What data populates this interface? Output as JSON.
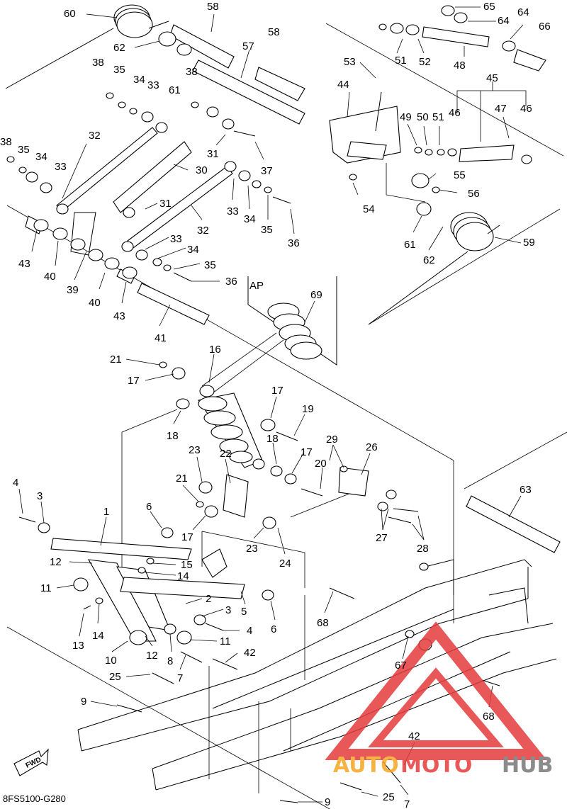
{
  "diagram_code": "8FS5100-G280",
  "fwd_label": "FWD",
  "detail_label": "AP",
  "watermark": {
    "part1": "AUTO",
    "part2": "MOTO",
    "part3": "HUB",
    "color_red": "#e43b3b",
    "color_orange": "#f5a623",
    "color_gray": "#777777"
  },
  "callouts": [
    {
      "id": "c60",
      "label": "60"
    },
    {
      "id": "c58a",
      "label": "58"
    },
    {
      "id": "c58b",
      "label": "58"
    },
    {
      "id": "c57",
      "label": "57"
    },
    {
      "id": "c62a",
      "label": "62"
    },
    {
      "id": "c61a",
      "label": "61"
    },
    {
      "id": "c38a",
      "label": "38"
    },
    {
      "id": "c35a",
      "label": "35"
    },
    {
      "id": "c34a",
      "label": "34"
    },
    {
      "id": "c33a",
      "label": "33"
    },
    {
      "id": "c38b",
      "label": "38"
    },
    {
      "id": "c65",
      "label": "65"
    },
    {
      "id": "c64a",
      "label": "64"
    },
    {
      "id": "c64b",
      "label": "64"
    },
    {
      "id": "c66",
      "label": "66"
    },
    {
      "id": "c51a",
      "label": "51"
    },
    {
      "id": "c52",
      "label": "52"
    },
    {
      "id": "c48",
      "label": "48"
    },
    {
      "id": "c53",
      "label": "53"
    },
    {
      "id": "c44",
      "label": "44"
    },
    {
      "id": "c45",
      "label": "45"
    },
    {
      "id": "c49",
      "label": "49"
    },
    {
      "id": "c50",
      "label": "50"
    },
    {
      "id": "c51b",
      "label": "51"
    },
    {
      "id": "c46a",
      "label": "46"
    },
    {
      "id": "c47",
      "label": "47"
    },
    {
      "id": "c46b",
      "label": "46"
    },
    {
      "id": "c32a",
      "label": "32"
    },
    {
      "id": "c38c",
      "label": "38"
    },
    {
      "id": "c35b",
      "label": "35"
    },
    {
      "id": "c34b",
      "label": "34"
    },
    {
      "id": "c33b",
      "label": "33"
    },
    {
      "id": "c30",
      "label": "30"
    },
    {
      "id": "c31a",
      "label": "31"
    },
    {
      "id": "c37",
      "label": "37"
    },
    {
      "id": "c55",
      "label": "55"
    },
    {
      "id": "c56",
      "label": "56"
    },
    {
      "id": "c54",
      "label": "54"
    },
    {
      "id": "c33c",
      "label": "33"
    },
    {
      "id": "c34c",
      "label": "34"
    },
    {
      "id": "c35c",
      "label": "35"
    },
    {
      "id": "c36a",
      "label": "36"
    },
    {
      "id": "c31b",
      "label": "31"
    },
    {
      "id": "c32b",
      "label": "32"
    },
    {
      "id": "c61b",
      "label": "61"
    },
    {
      "id": "c62b",
      "label": "62"
    },
    {
      "id": "c59",
      "label": "59"
    },
    {
      "id": "c43a",
      "label": "43"
    },
    {
      "id": "c40a",
      "label": "40"
    },
    {
      "id": "c39",
      "label": "39"
    },
    {
      "id": "c33d",
      "label": "33"
    },
    {
      "id": "c34d",
      "label": "34"
    },
    {
      "id": "c35d",
      "label": "35"
    },
    {
      "id": "c36b",
      "label": "36"
    },
    {
      "id": "c40b",
      "label": "40"
    },
    {
      "id": "c43b",
      "label": "43"
    },
    {
      "id": "c41",
      "label": "41"
    },
    {
      "id": "c69",
      "label": "69"
    },
    {
      "id": "c21a",
      "label": "21"
    },
    {
      "id": "c16",
      "label": "16"
    },
    {
      "id": "c17a",
      "label": "17"
    },
    {
      "id": "c18a",
      "label": "18"
    },
    {
      "id": "c17b",
      "label": "17"
    },
    {
      "id": "c19",
      "label": "19"
    },
    {
      "id": "c18b",
      "label": "18"
    },
    {
      "id": "c17c",
      "label": "17"
    },
    {
      "id": "c29",
      "label": "29"
    },
    {
      "id": "c26",
      "label": "26"
    },
    {
      "id": "c20",
      "label": "20"
    },
    {
      "id": "c23a",
      "label": "23"
    },
    {
      "id": "c22",
      "label": "22"
    },
    {
      "id": "c21b",
      "label": "21"
    },
    {
      "id": "c4a",
      "label": "4"
    },
    {
      "id": "c3a",
      "label": "3"
    },
    {
      "id": "c1",
      "label": "1"
    },
    {
      "id": "c6a",
      "label": "6"
    },
    {
      "id": "c17d",
      "label": "17"
    },
    {
      "id": "c23b",
      "label": "23"
    },
    {
      "id": "c27",
      "label": "27"
    },
    {
      "id": "c28",
      "label": "28"
    },
    {
      "id": "c63",
      "label": "63"
    },
    {
      "id": "c24",
      "label": "24"
    },
    {
      "id": "c12a",
      "label": "12"
    },
    {
      "id": "c15",
      "label": "15"
    },
    {
      "id": "c14a",
      "label": "14"
    },
    {
      "id": "c11a",
      "label": "11"
    },
    {
      "id": "c2",
      "label": "2"
    },
    {
      "id": "c3b",
      "label": "3"
    },
    {
      "id": "c5",
      "label": "5"
    },
    {
      "id": "c4b",
      "label": "4"
    },
    {
      "id": "c6b",
      "label": "6"
    },
    {
      "id": "c13",
      "label": "13"
    },
    {
      "id": "c14b",
      "label": "14"
    },
    {
      "id": "c11b",
      "label": "11"
    },
    {
      "id": "c68a",
      "label": "68"
    },
    {
      "id": "c10",
      "label": "10"
    },
    {
      "id": "c12b",
      "label": "12"
    },
    {
      "id": "c8",
      "label": "8"
    },
    {
      "id": "c42a",
      "label": "42"
    },
    {
      "id": "c25a",
      "label": "25"
    },
    {
      "id": "c7a",
      "label": "7"
    },
    {
      "id": "c67",
      "label": "67"
    },
    {
      "id": "c68b",
      "label": "68"
    },
    {
      "id": "c9a",
      "label": "9"
    },
    {
      "id": "c42b",
      "label": "42"
    },
    {
      "id": "c25b",
      "label": "25"
    },
    {
      "id": "c9b",
      "label": "9"
    },
    {
      "id": "c7b",
      "label": "7"
    }
  ]
}
